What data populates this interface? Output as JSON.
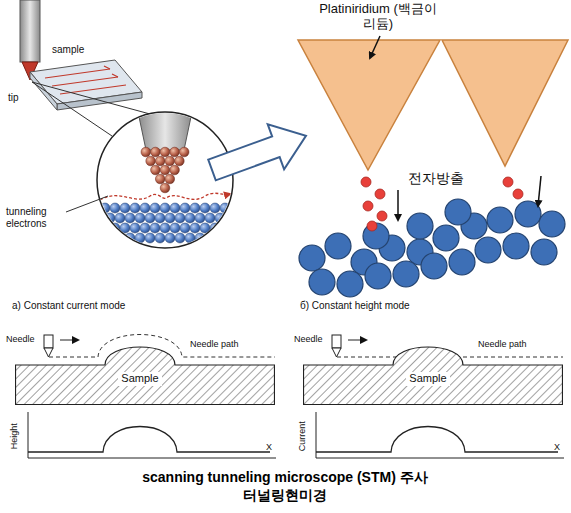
{
  "diagram": {
    "caption": "scanning tunneling microscope (STM) 주사터널링현미경",
    "nodes": [
      {
        "text": [
          "Sample"
        ]
      },
      {
        "text": [
          "Sample"
        ]
      }
    ],
    "labels": [
      "sample",
      "tip",
      "tunneling electrons",
      "Platiniridium (백금이리듐)",
      "전자방출",
      "a) Constant current mode",
      "Needle",
      "Needle path",
      "Height",
      "X",
      "б) Constant height mode",
      "Needle",
      "Needle path",
      "Current",
      "X"
    ]
  }
}
